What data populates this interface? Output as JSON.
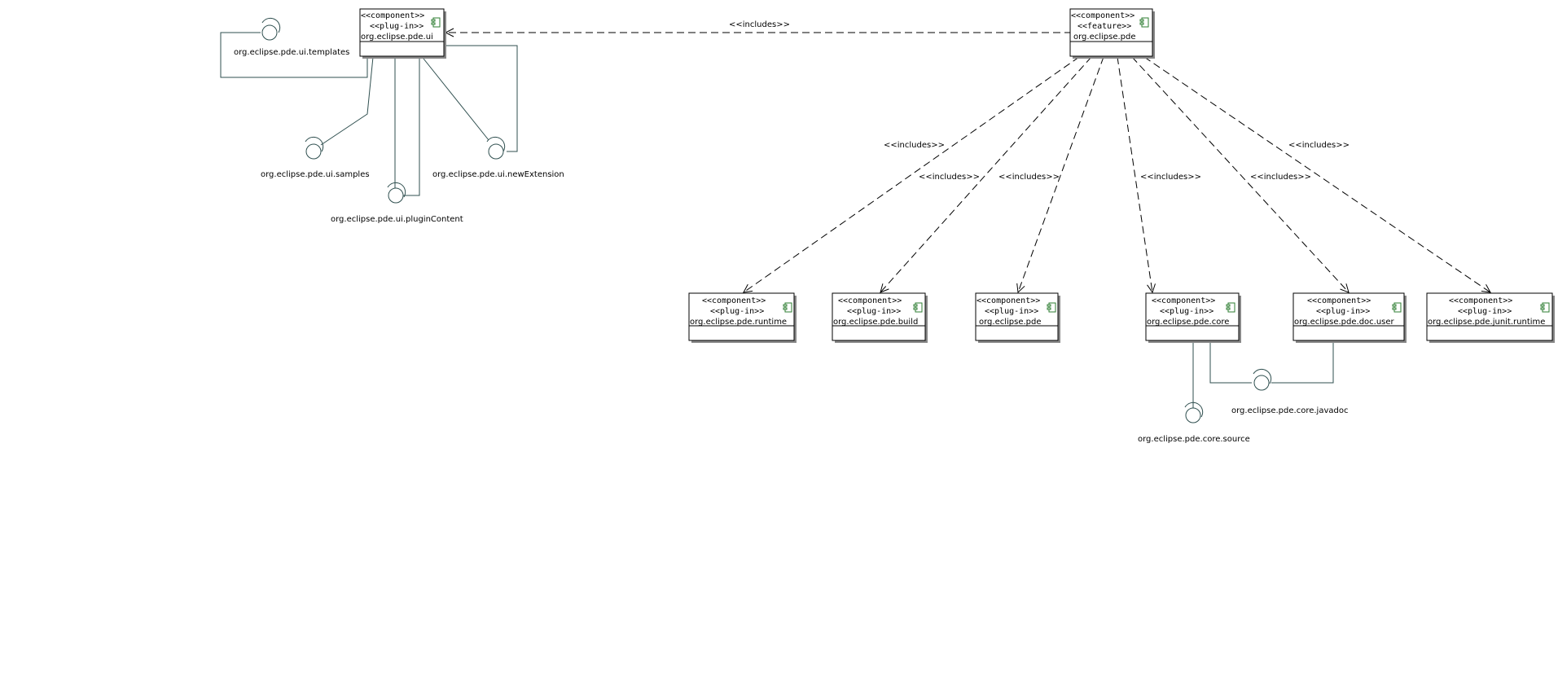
{
  "diagram": {
    "relationship_label": "<<includes>>",
    "stereotype_component": "<<component>>",
    "stereotype_plugin": "<<plug-in>>",
    "stereotype_feature": "<<feature>>",
    "components": {
      "pde_ui": "org.eclipse.pde.ui",
      "pde_feature": "org.eclipse.pde",
      "runtime": "org.eclipse.pde.runtime",
      "build": "org.eclipse.pde.build",
      "pde_plugin": "org.eclipse.pde",
      "core": "org.eclipse.pde.core",
      "doc_user": "org.eclipse.pde.doc.user",
      "junit_runtime": "org.eclipse.pde.junit.runtime"
    },
    "interfaces": {
      "templates": "org.eclipse.pde.ui.templates",
      "samples": "org.eclipse.pde.ui.samples",
      "plugin_content": "org.eclipse.pde.ui.pluginContent",
      "new_extension": "org.eclipse.pde.ui.newExtension",
      "core_javadoc": "org.eclipse.pde.core.javadoc",
      "core_source": "org.eclipse.pde.core.source"
    },
    "colors": {
      "line": "#2f4f4f",
      "box_border": "#000000",
      "icon": "#2e7d32"
    }
  }
}
